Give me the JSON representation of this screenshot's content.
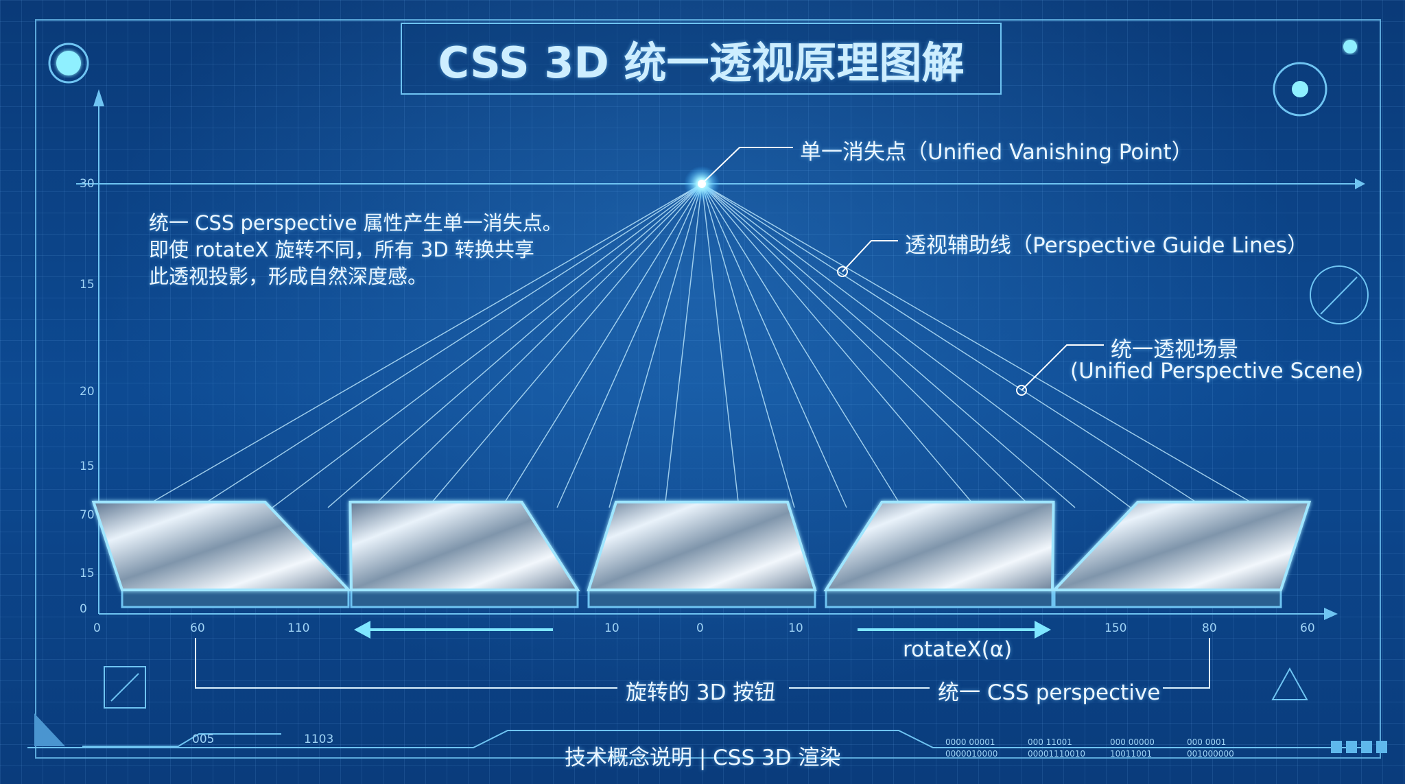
{
  "title": "CSS 3D 统一透视原理图解",
  "description": [
    "统一 CSS perspective 属性产生单一消失点。",
    "即使 rotateX 旋转不同，所有 3D 转换共享",
    "此透视投影，形成自然深度感。"
  ],
  "callouts": {
    "vanishing_point": "单一消失点（Unified Vanishing Point）",
    "guide_lines": "透视辅助线（Perspective Guide Lines）",
    "scene_line1": "统一透视场景",
    "scene_line2": "(Unified Perspective Scene)"
  },
  "rotate_label": "rotateX(α)",
  "bracket": {
    "left": "旋转的 3D 按钮",
    "right": "统一 CSS perspective"
  },
  "footer": "技术概念说明 | CSS 3D 渲染",
  "y_axis_ticks": [
    "30",
    "15",
    "20",
    "15",
    "70",
    "15",
    "0"
  ],
  "x_axis_ticks": [
    "0",
    "60",
    "110",
    "10",
    "0",
    "10",
    "150",
    "80",
    "60"
  ],
  "hud_codes": [
    "005",
    "1103",
    "0000 00001",
    "0000010000",
    "000 11001",
    "00001110010",
    "000 00000",
    "10011001",
    "000 0001",
    "001000000"
  ],
  "buttons_count": 5,
  "colors": {
    "background": "#0b3f7e",
    "line": "#6fc4f2",
    "glow": "#bff0ff",
    "text": "#eaf6ff"
  }
}
